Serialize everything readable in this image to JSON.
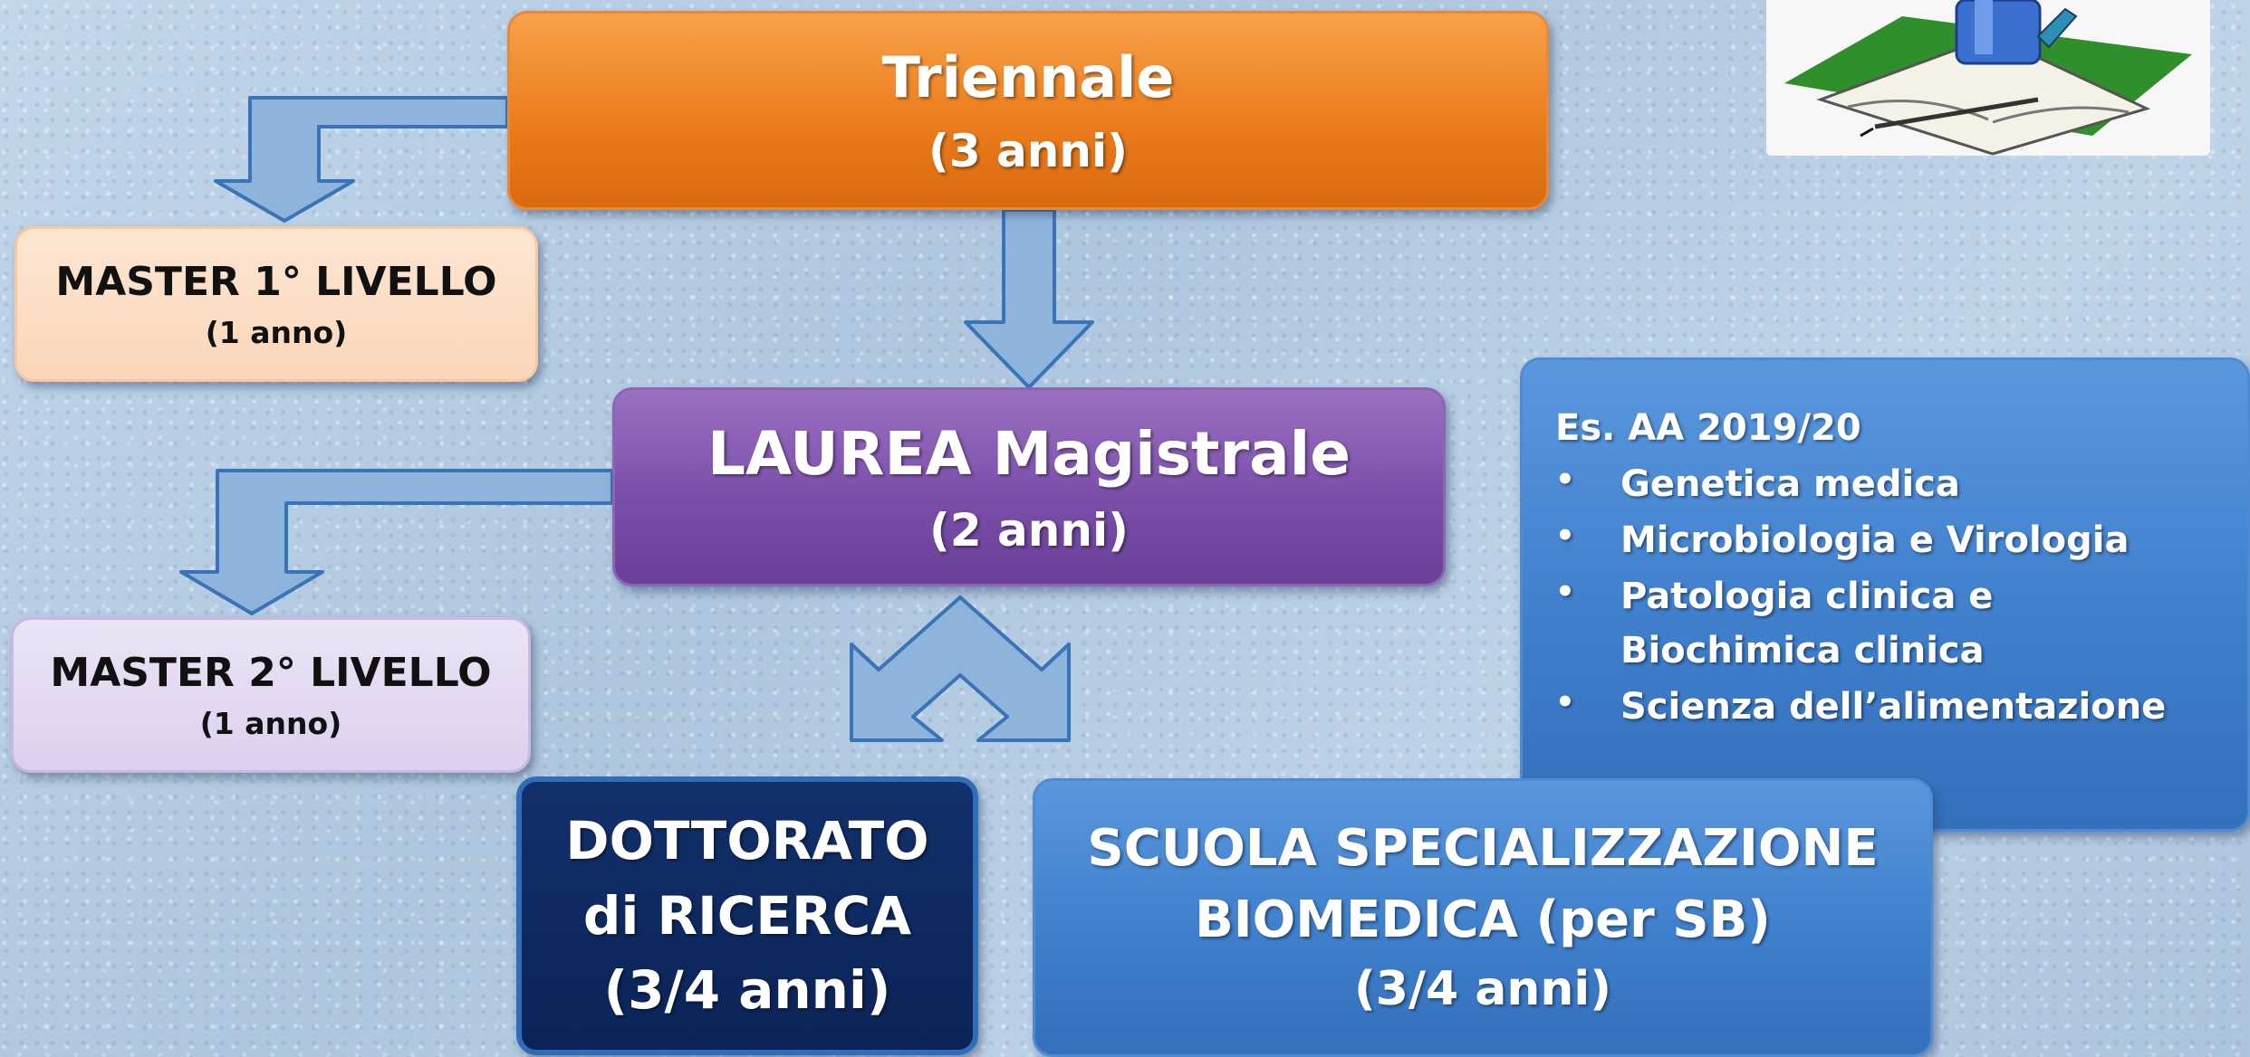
{
  "boxes": {
    "triennale": {
      "title": "Triennale",
      "sub": "(3 anni)"
    },
    "master1": {
      "title": "MASTER 1° LIVELLO",
      "sub": "(1 anno)"
    },
    "magistrale": {
      "title": "LAUREA Magistrale",
      "sub": "(2 anni)"
    },
    "master2": {
      "title": "MASTER 2° LIVELLO",
      "sub": "(1 anno)"
    },
    "dottorato": {
      "line1": "DOTTORATO",
      "line2": "di RICERCA",
      "sub": "(3/4 anni)"
    },
    "scuola": {
      "line1": "SCUOLA SPECIALIZZAZIONE",
      "line2": "BIOMEDICA (per SB)",
      "sub": "(3/4 anni)"
    }
  },
  "examples": {
    "heading": "Es. AA 2019/20",
    "bullet": "•",
    "items": [
      "Genetica medica",
      "Microbiologia e Virologia",
      "Patologia clinica e",
      "Scienza dell’alimentazione"
    ],
    "item3_continuation": "Biochimica clinica"
  },
  "colors": {
    "arrow_fill": "#8fb4dc",
    "arrow_stroke": "#3a74b8",
    "triennale": "#ec7d1d",
    "magistrale": "#7b4fa9",
    "dottorato": "#0b2458",
    "scuola": "#3f7fcc"
  },
  "icons": [
    "books-pen-illustration"
  ]
}
